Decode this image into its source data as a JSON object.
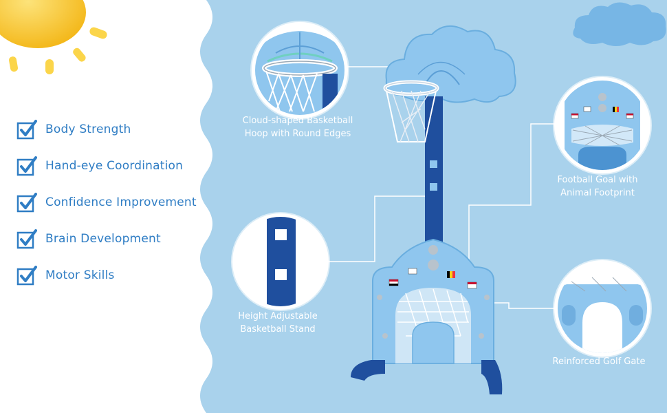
{
  "benefits": [
    {
      "label": "Body Strength"
    },
    {
      "label": "Hand-eye Coordination"
    },
    {
      "label": "Confidence Improvement"
    },
    {
      "label": "Brain Development"
    },
    {
      "label": "Motor Skills"
    }
  ],
  "callouts": {
    "hoop": {
      "line1": "Cloud-shaped Basketball",
      "line2": "Hoop with Round Edges"
    },
    "stand": {
      "line1": "Height Adjustable",
      "line2": "Basketball Stand"
    },
    "football": {
      "line1": "Football Goal with",
      "line2": "Animal Footprint"
    },
    "golf": {
      "line1": "Reinforced Golf Gate"
    }
  },
  "colors": {
    "background": "#a9d2ec",
    "left_panel": "#ffffff",
    "check_blue": "#2f7dc4",
    "toy_light_blue": "#8fc6ee",
    "toy_dark_blue": "#1f4f9e",
    "sun": "#f7c52a"
  }
}
